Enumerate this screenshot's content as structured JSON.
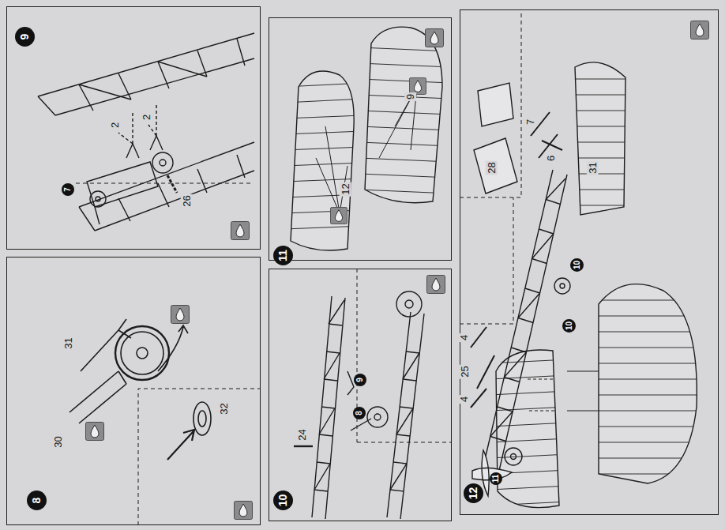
{
  "diagram": {
    "nodes": [
      {
        "text": [
          "8"
        ]
      },
      {
        "text": [
          "9"
        ]
      },
      {
        "text": [
          "10"
        ]
      },
      {
        "text": [
          "11"
        ]
      },
      {
        "text": [
          "12"
        ]
      }
    ],
    "labels": [
      "30",
      "31",
      "32",
      "7",
      "2",
      "2",
      "26",
      "24",
      "9",
      "8",
      "12",
      "9",
      "4",
      "25",
      "4",
      "11",
      "10",
      "10",
      "28",
      "7",
      "6",
      "31"
    ]
  }
}
